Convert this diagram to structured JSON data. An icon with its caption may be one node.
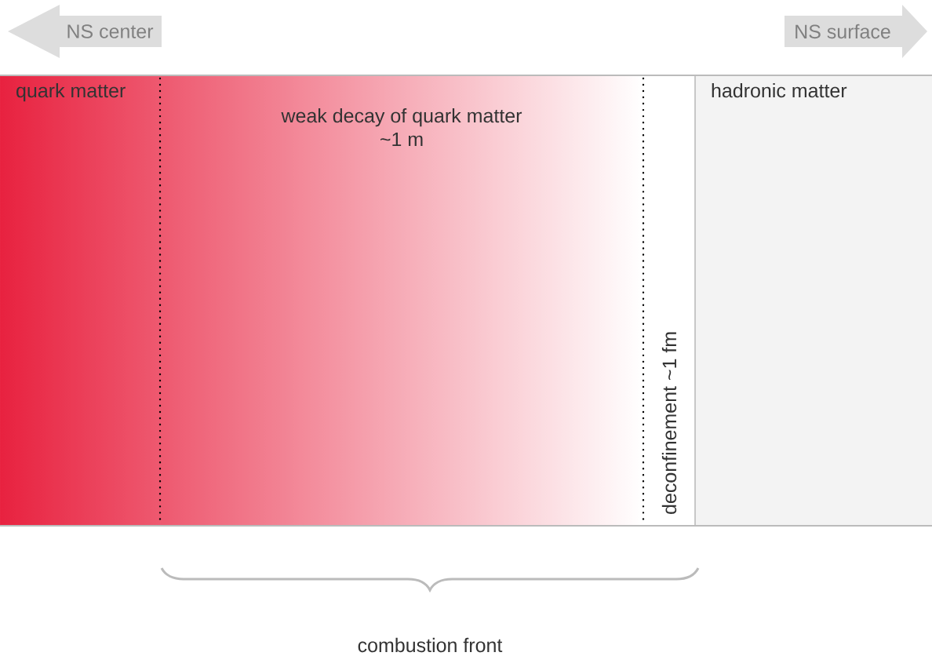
{
  "diagram": {
    "nodes": [
      {
        "text": [
          "NS center"
        ]
      },
      {
        "text": [
          "NS surface"
        ]
      },
      {
        "text": [
          "quark matter"
        ]
      },
      {
        "text": [
          "weak decay of quark matter ~1 m"
        ]
      },
      {
        "text": [
          "deconfinement ~1 fm"
        ]
      },
      {
        "text": [
          "hadronic matter"
        ]
      }
    ],
    "edges": [],
    "labels": [
      "combustion front"
    ]
  }
}
